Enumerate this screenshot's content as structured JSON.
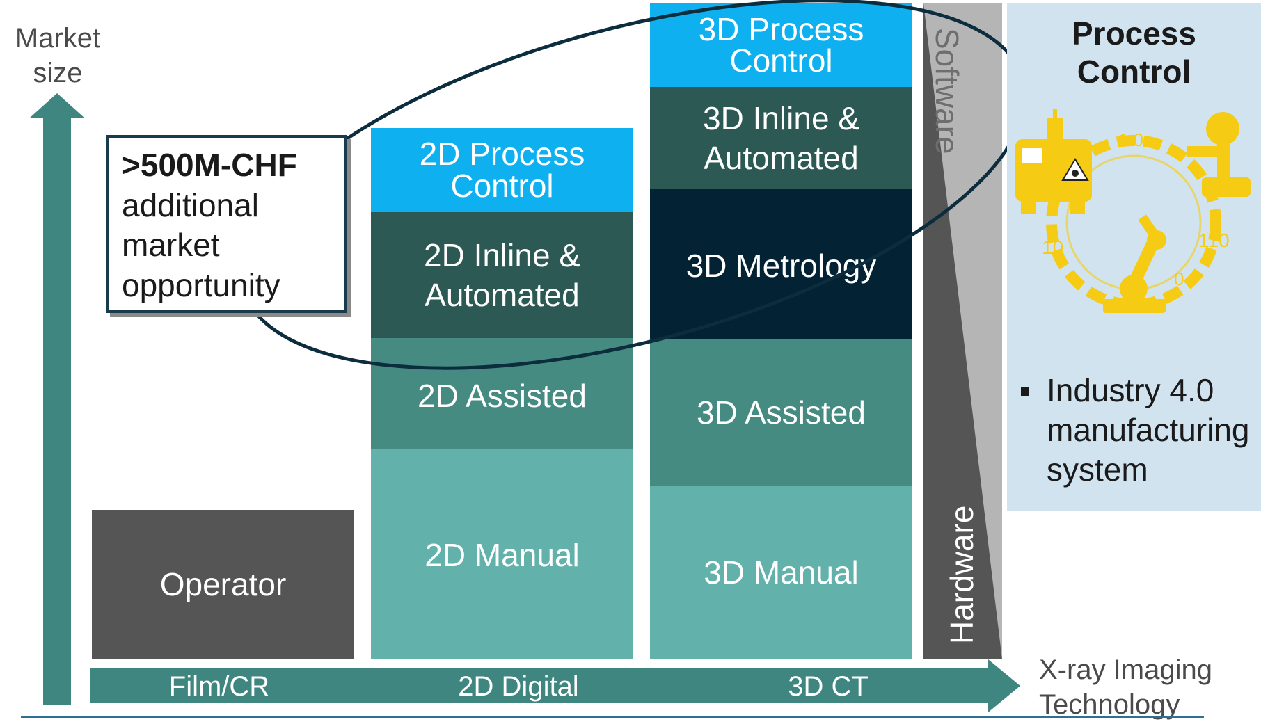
{
  "axis": {
    "y_label_lines": [
      "Market",
      "size"
    ],
    "x_label_lines": [
      "X-ray Imaging",
      "Technology"
    ]
  },
  "technologies": [
    "Film/CR",
    "2D Digital",
    "3D CT"
  ],
  "columns": {
    "film": {
      "segments": [
        "Operator"
      ]
    },
    "digital_2d": {
      "process_control": [
        "2D Process",
        "Control"
      ],
      "inline": [
        "2D Inline &",
        "Automated"
      ],
      "assisted": "2D Assisted",
      "manual": "2D Manual"
    },
    "ct_3d": {
      "process_control": [
        "3D Process",
        "Control"
      ],
      "inline": [
        "3D Inline &",
        "Automated"
      ],
      "metrology": "3D Metrology",
      "assisted": "3D Assisted",
      "manual": "3D Manual"
    }
  },
  "split_bar": {
    "top_label": "Software",
    "bottom_label": "Hardware"
  },
  "callout": {
    "bold": ">500M-CHF",
    "lines": [
      "additional",
      "market",
      "opportunity"
    ]
  },
  "process_control_panel": {
    "title_lines": [
      "Process",
      "Control"
    ],
    "bullet_lines": [
      "Industry 4.0",
      "manufacturing",
      "system"
    ],
    "illustration": "industry-4-0-icon"
  },
  "colors": {
    "teal_arrow": "#3f8580",
    "dark_gray": "#555555",
    "bright_blue": "#0fb0ef",
    "dark_teal": "#2c5953",
    "navy": "#032233",
    "mid_teal": "#458b81",
    "light_teal": "#62b1ab",
    "panel_bg": "#d2e3f0",
    "ellipse": "#0c2d3d",
    "icon_yellow": "#f5cb14"
  }
}
